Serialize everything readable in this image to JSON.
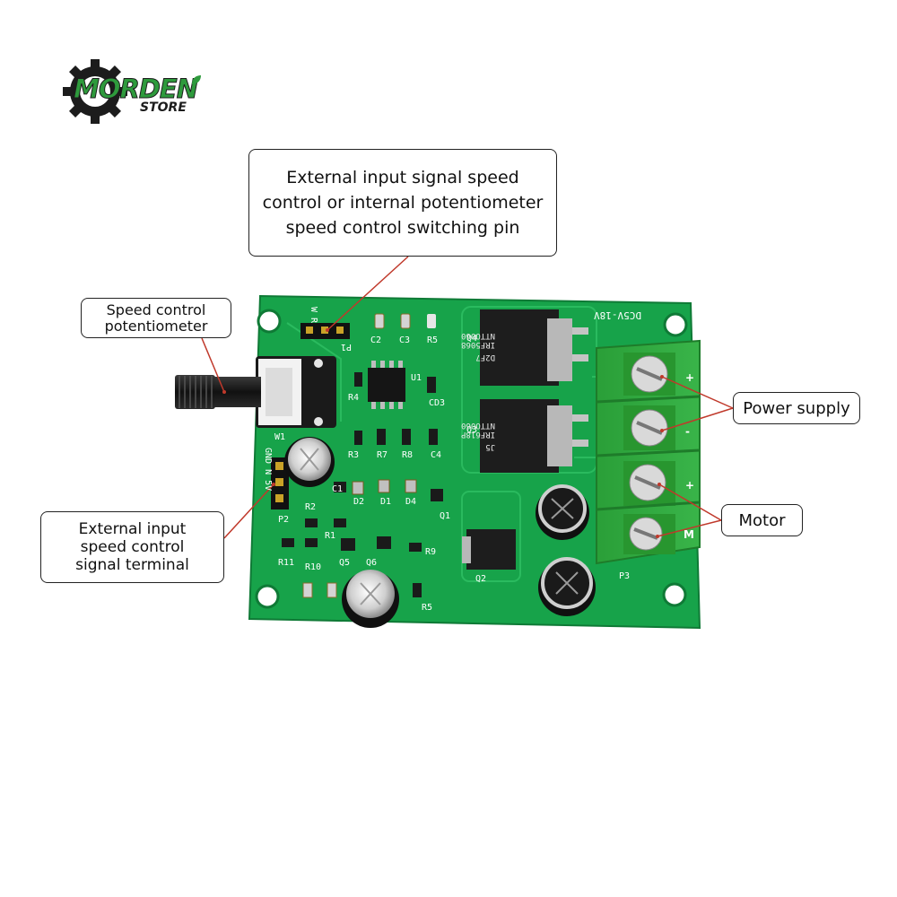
{
  "logo": {
    "brand": "MORDEN",
    "sub": "STORE",
    "color_dark": "#1c1c1c",
    "color_green": "#2e9a3c"
  },
  "callouts": {
    "switch_pin": [
      "External input signal speed",
      "control or internal potentiometer",
      "speed control switching pin"
    ],
    "potentiometer": [
      "Speed control",
      "potentiometer"
    ],
    "external_input": [
      "External input",
      "speed control",
      "signal terminal"
    ],
    "power_supply": "Power supply",
    "motor": "Motor"
  },
  "board": {
    "pcb_color": "#17a34a",
    "terminal_color": "#2fae3e",
    "voltage_label": "DC5V-18V",
    "labels": {
      "p1": "P1",
      "p2": "P2",
      "p3": "P3",
      "wr": "W R",
      "gnd": "GND N 5V",
      "u1": "U1",
      "c1": "C1",
      "c2": "C2",
      "c3": "C3",
      "c4": "C4",
      "r1": "R1",
      "r2": "R2",
      "r3": "R3",
      "r4": "R4",
      "r5": "R5",
      "r7": "R7",
      "r8": "R8",
      "r9": "R9",
      "r10": "R10",
      "r11": "R11",
      "d1": "D1",
      "d2": "D2",
      "d4": "D4",
      "q1": "Q1",
      "q2": "Q2",
      "q3": "Q3",
      "q4": "Q4",
      "q5": "Q5",
      "q6": "Q6",
      "w1": "W1",
      "cd3": "CD3"
    },
    "mosfet1": [
      "NTTO060",
      "IRF5068",
      "D2F7"
    ],
    "mosfet2": [
      "NTTO060",
      "IRF618P",
      "J5"
    ],
    "terminal_marks": [
      "+",
      "-",
      "+",
      "M"
    ]
  }
}
